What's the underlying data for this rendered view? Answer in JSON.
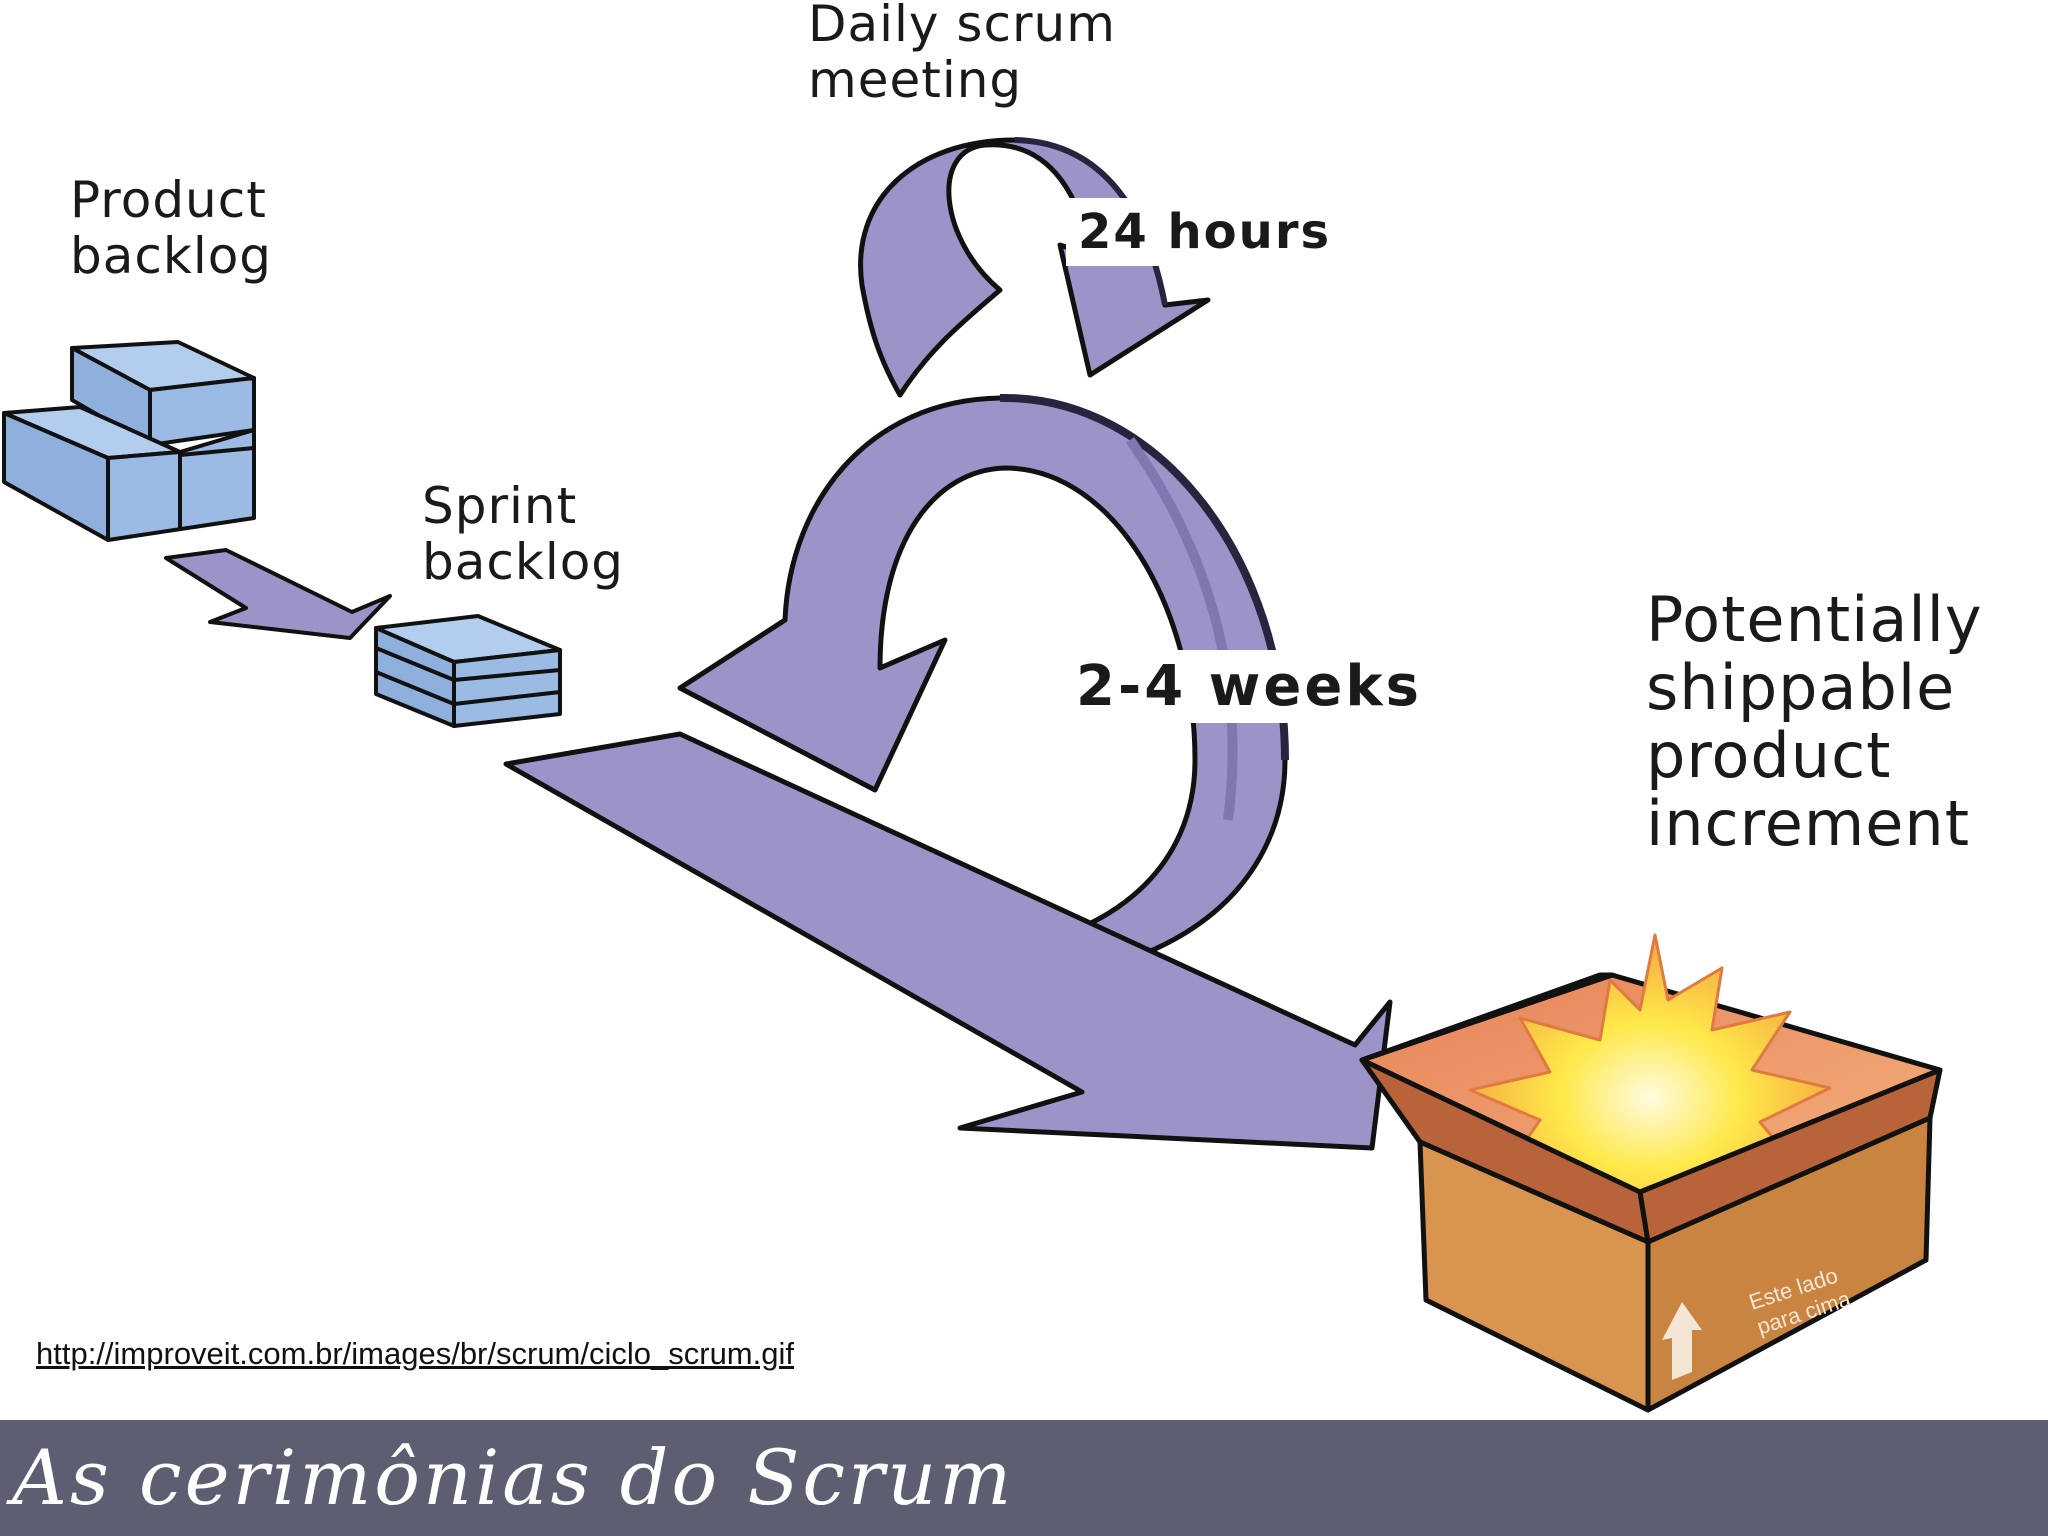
{
  "diagram": {
    "product_backlog": "Product\nbacklog",
    "sprint_backlog": "Sprint\nbacklog",
    "daily_scrum": "Daily scrum\nmeeting",
    "daily_period": "24 hours",
    "sprint_period": "2-4 weeks",
    "increment": "Potentially\nshippable\nproduct\nincrement",
    "box_text": "Este lado\npara cima"
  },
  "source_url": "http://improveit.com.br/images/br/scrum/ciclo_scrum.gif",
  "slide_title": "As cerimônias do Scrum",
  "colors": {
    "arrow": "#9c94c8",
    "backlog_blocks": "#8fb0dc",
    "box": "#d9954f",
    "burst": "#ffe14a",
    "title_bar": "#5e5e72"
  }
}
